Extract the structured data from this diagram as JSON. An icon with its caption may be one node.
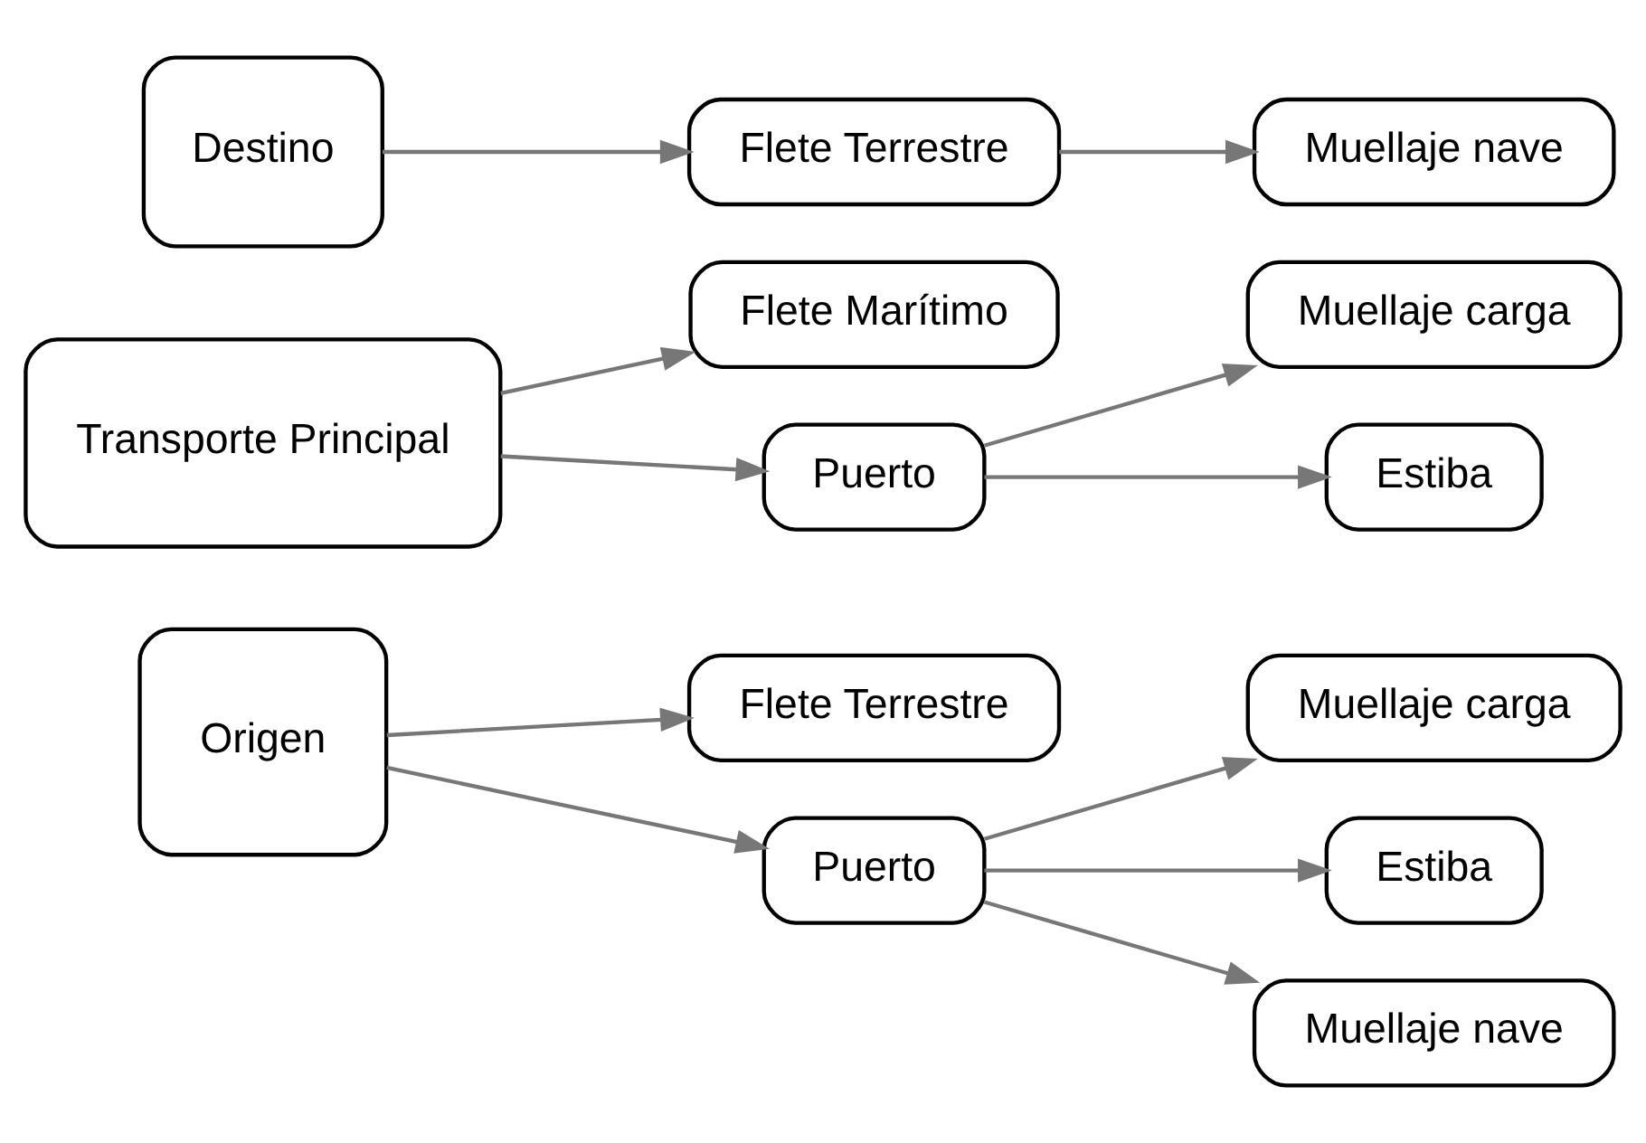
{
  "diagram": {
    "nodes": [
      {
        "text": [
          "Flete Terrestre"
        ]
      },
      {
        "text": [
          "Muellaje carga"
        ]
      },
      {
        "text": [
          "Origen"
        ]
      },
      {
        "text": [
          "Estiba"
        ]
      },
      {
        "text": [
          "Puerto"
        ]
      },
      {
        "text": [
          "Muellaje nave"
        ]
      },
      {
        "text": [
          "Transporte Principal"
        ]
      },
      {
        "text": [
          "Flete Marítimo"
        ]
      },
      {
        "text": [
          "Muellaje carga"
        ]
      },
      {
        "text": [
          "Puerto"
        ]
      },
      {
        "text": [
          "Estiba"
        ]
      },
      {
        "text": [
          "Destino"
        ]
      },
      {
        "text": [
          "Flete Terrestre"
        ]
      },
      {
        "text": [
          "Muellaje nave"
        ]
      }
    ],
    "edges": [
      {
        "from": 2,
        "to": 0,
        "arrow": "to"
      },
      {
        "from": 2,
        "to": 4,
        "arrow": "to"
      },
      {
        "from": 4,
        "to": 1,
        "arrow": "to"
      },
      {
        "from": 4,
        "to": 3,
        "arrow": "to"
      },
      {
        "from": 4,
        "to": 5,
        "arrow": "to"
      },
      {
        "from": 6,
        "to": 7,
        "arrow": "to"
      },
      {
        "from": 6,
        "to": 9,
        "arrow": "to"
      },
      {
        "from": 9,
        "to": 8,
        "arrow": "to"
      },
      {
        "from": 9,
        "to": 10,
        "arrow": "to"
      },
      {
        "from": 11,
        "to": 12,
        "arrow": "to"
      },
      {
        "from": 12,
        "to": 13,
        "arrow": "to"
      }
    ]
  }
}
